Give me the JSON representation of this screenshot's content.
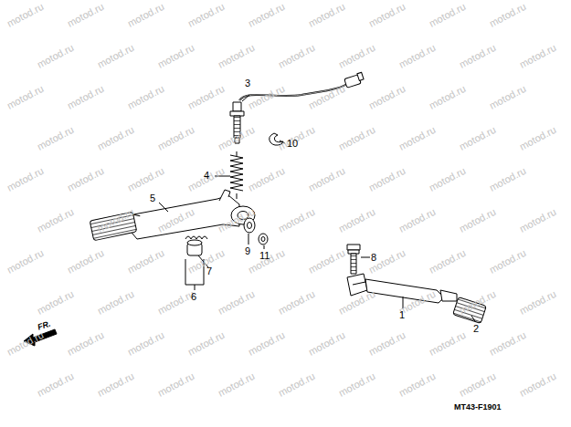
{
  "diagram": {
    "labels": [
      "3",
      "10",
      "4",
      "5",
      "9",
      "11",
      "7",
      "6",
      "8",
      "1",
      "2",
      "FR.",
      "MT43-F1901",
      "motod.ru",
      "motod.ru",
      "motod.ru",
      "motod.ru",
      "motod.ru",
      "motod.ru",
      "motod.ru",
      "motod.ru",
      "motod.ru",
      "motod.ru",
      "motod.ru",
      "motod.ru",
      "motod.ru",
      "motod.ru",
      "motod.ru",
      "motod.ru",
      "motod.ru",
      "motod.ru",
      "motod.ru",
      "motod.ru",
      "motod.ru",
      "motod.ru",
      "motod.ru",
      "motod.ru",
      "motod.ru",
      "motod.ru",
      "motod.ru",
      "motod.ru",
      "motod.ru",
      "motod.ru",
      "motod.ru",
      "motod.ru",
      "motod.ru",
      "motod.ru",
      "motod.ru",
      "motod.ru",
      "motod.ru",
      "motod.ru",
      "motod.ru",
      "motod.ru",
      "motod.ru",
      "motod.ru",
      "motod.ru",
      "motod.ru",
      "motod.ru",
      "motod.ru",
      "motod.ru",
      "motod.ru",
      "motod.ru",
      "motod.ru",
      "motod.ru",
      "motod.ru",
      "motod.ru",
      "motod.ru",
      "motod.ru",
      "motod.ru",
      "motod.ru",
      "motod.ru",
      "motod.ru",
      "motod.ru",
      "motod.ru",
      "motod.ru",
      "motod.ru",
      "motod.ru",
      "motod.ru",
      "motod.ru",
      "motod.ru",
      "motod.ru",
      "motod.ru",
      "motod.ru",
      "motod.ru",
      "motod.ru",
      "motod.ru",
      "motod.ru",
      "motod.ru",
      "motod.ru",
      "motod.ru",
      "motod.ru",
      "motod.ru",
      "motod.ru",
      "motod.ru",
      "motod.ru",
      "motod.ru",
      "motod.ru",
      "motod.ru",
      "motod.ru",
      "motod.ru",
      "motod.ru",
      "motod.ru",
      "motod.ru"
    ]
  }
}
